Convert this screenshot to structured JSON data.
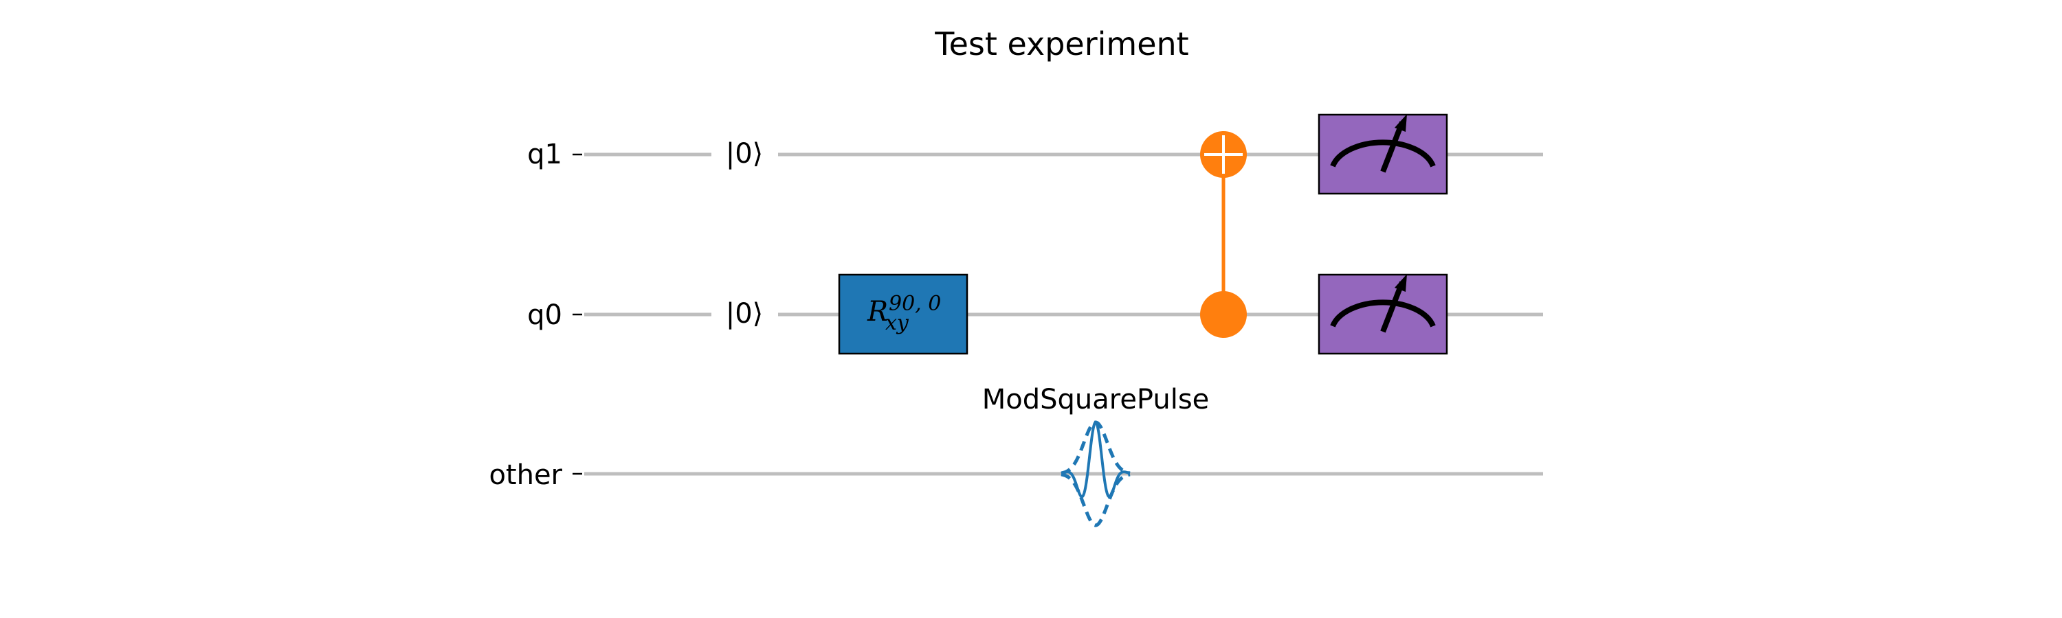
{
  "title": "Test experiment",
  "qubits": [
    {
      "label": "q1"
    },
    {
      "label": "q0"
    },
    {
      "label": "other"
    }
  ],
  "resets": [
    {
      "qubit": "q1",
      "label": "|0⟩"
    },
    {
      "qubit": "q0",
      "label": "|0⟩"
    }
  ],
  "rotation_gate": {
    "qubit": "q0",
    "symbol": "R",
    "subscript": "xy",
    "superscript": "90, 0"
  },
  "cnot": {
    "control": "q0",
    "target": "q1"
  },
  "measurements": [
    {
      "qubit": "q1"
    },
    {
      "qubit": "q0"
    }
  ],
  "pulse": {
    "qubit": "other",
    "label": "ModSquarePulse"
  },
  "colors": {
    "wire": "#bebebe",
    "rotation_gate": "#1f77b4",
    "cnot": "#ff7f0e",
    "measure": "#9467bd",
    "pulse": "#1f77b4"
  }
}
